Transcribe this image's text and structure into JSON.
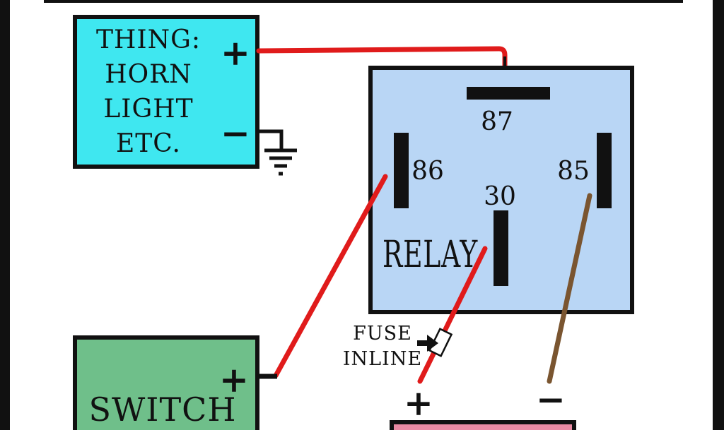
{
  "thing_box": {
    "lines": [
      "THING:",
      "HORN",
      "LIGHT",
      "ETC."
    ],
    "positive_sign": "+",
    "negative_sign": "−"
  },
  "relay": {
    "title": "RELAY",
    "pins": {
      "p87": "87",
      "p86": "86",
      "p85": "85",
      "p30": "30"
    }
  },
  "fuse": {
    "line1": "FUSE",
    "line2": "INLINE"
  },
  "switch_box": {
    "title": "SWITCH",
    "positive_sign": "+"
  },
  "battery": {
    "positive_sign": "+",
    "negative_sign": "−"
  },
  "colors": {
    "thing_fill": "#3fe7f0",
    "relay_fill": "#b9d6f5",
    "switch_fill": "#6fbf8a",
    "battery_fill": "#e98aa3",
    "wire_red": "#e01b1b",
    "wire_brown": "#7a5530",
    "outline": "#111111"
  }
}
